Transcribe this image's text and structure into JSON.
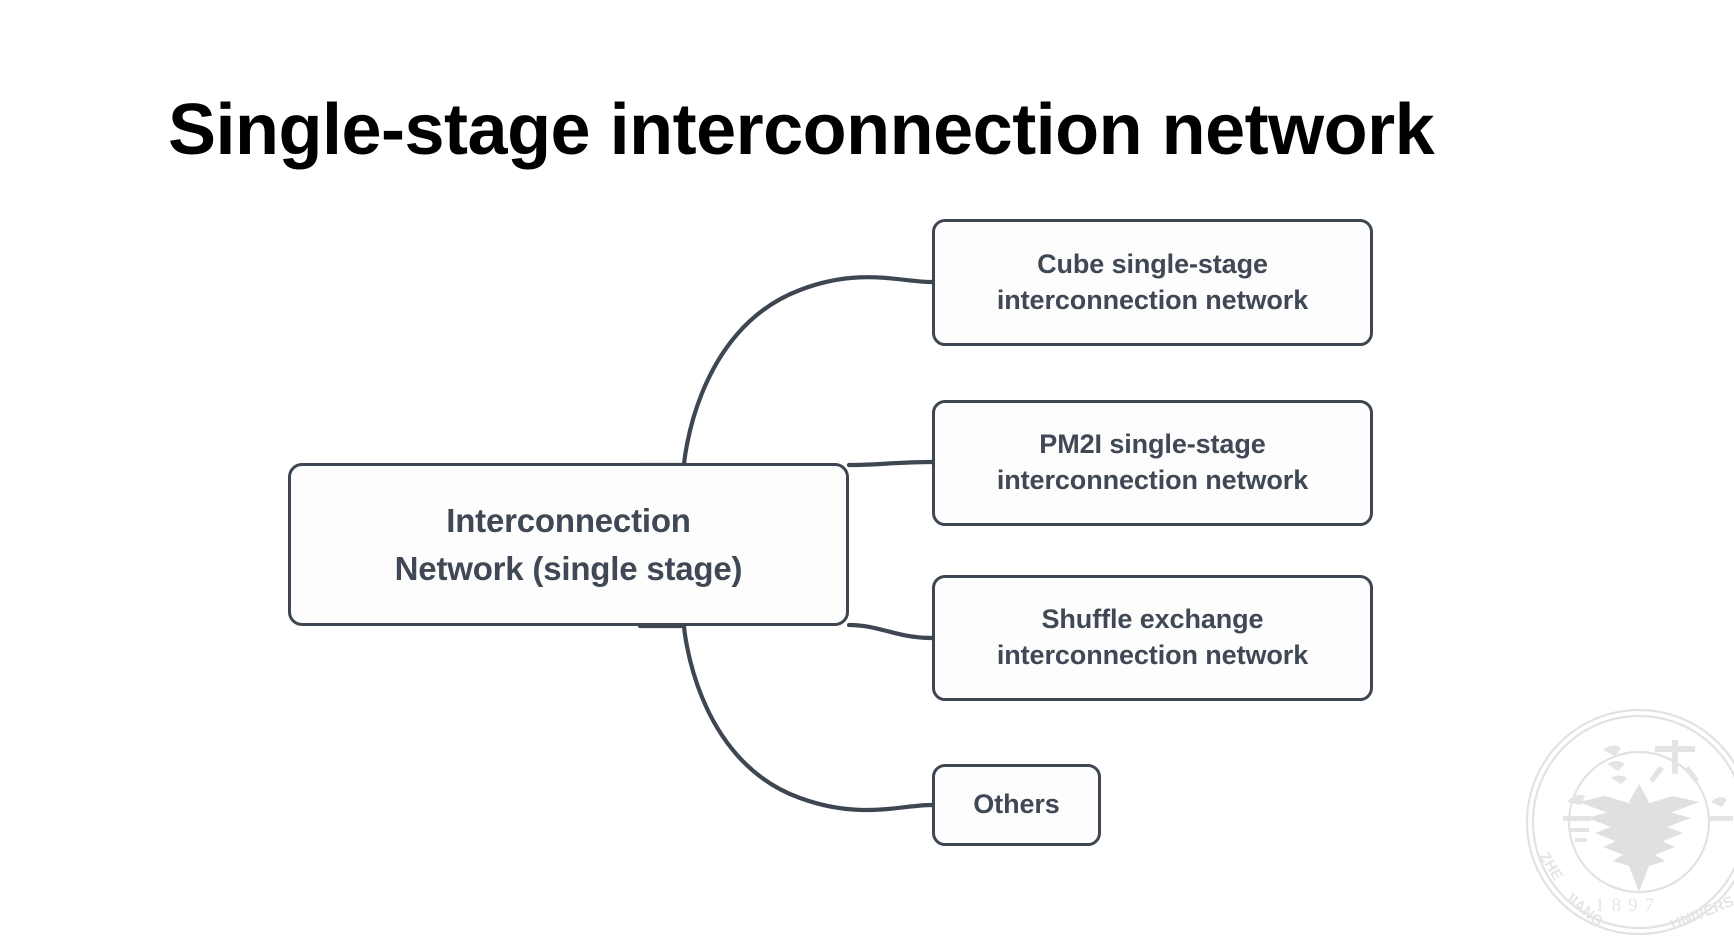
{
  "slide": {
    "title": "Single-stage interconnection network",
    "background_color": "#ffffff",
    "title_color": "#000000"
  },
  "diagram": {
    "type": "mindmap",
    "orientation": "left-to-right",
    "node_border_color": "#3d4651",
    "node_fill_color": "#fdfdfd",
    "node_text_color": "#3f4854",
    "connector_color": "#3d4651",
    "root": {
      "label": "Interconnection Network (single stage)",
      "line1": "Interconnection",
      "line2": "Network (single stage)"
    },
    "children": [
      {
        "id": "cube",
        "label": "Cube single-stage interconnection network",
        "line1": "Cube single-stage",
        "line2": "interconnection network"
      },
      {
        "id": "pm2i",
        "label": "PM2I single-stage interconnection network",
        "line1": "PM2I single-stage",
        "line2": "interconnection network"
      },
      {
        "id": "shuffle",
        "label": "Shuffle exchange interconnection network",
        "line1": "Shuffle exchange",
        "line2": "interconnection network"
      },
      {
        "id": "others",
        "label": "Others",
        "line1": "Others",
        "line2": ""
      }
    ]
  },
  "watermark": {
    "name": "zhejiang-university-seal",
    "year": "1897",
    "outer_text": "ZHEJIANG UNIVERSITY",
    "color": "#c9c9c9"
  }
}
